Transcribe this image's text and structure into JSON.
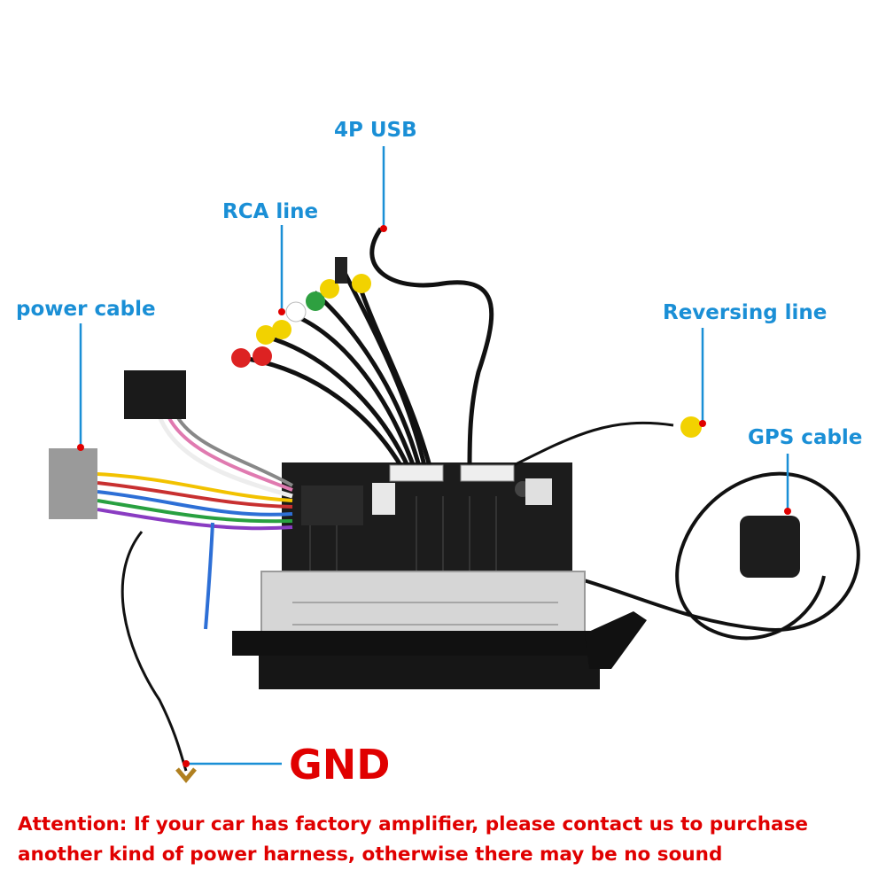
{
  "labels": {
    "usb": "4P USB",
    "rca": "RCA line",
    "power": "power cable",
    "reversing": "Reversing line",
    "gps": "GPS cable",
    "gnd": "GND"
  },
  "notice": {
    "line1": "Attention: If your car has factory amplifier, please contact us to purchase",
    "line2": "another kind of power harness, otherwise there may be no sound"
  },
  "colors": {
    "label": "#1a8fd6",
    "warning": "#e00000",
    "pointer": "#1a8fd6",
    "pointer_dot": "#e00000"
  }
}
